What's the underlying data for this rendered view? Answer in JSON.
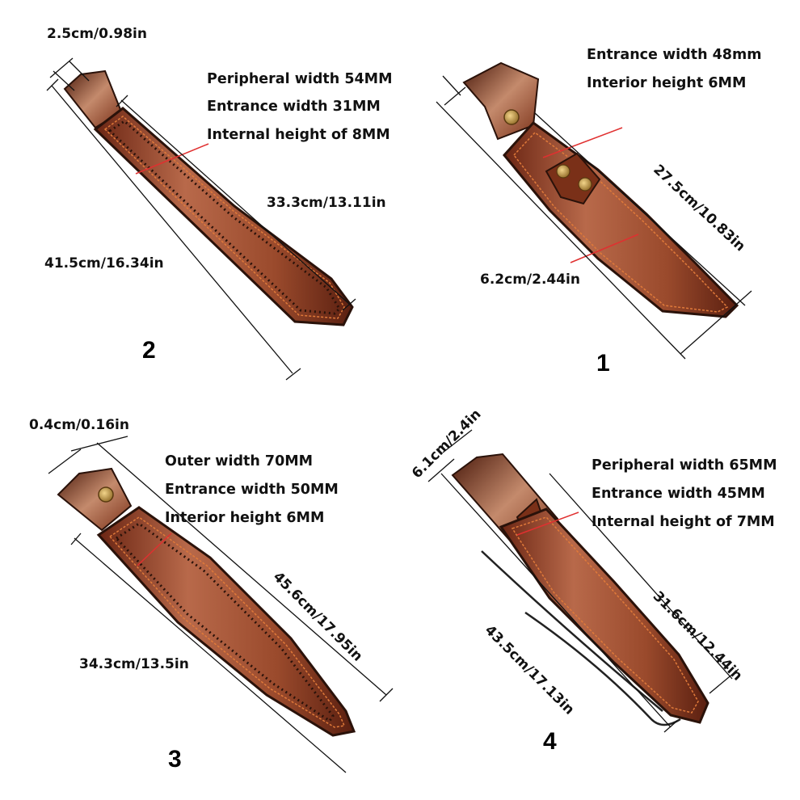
{
  "colors": {
    "leather_light": "#b8694a",
    "leather_mid": "#8f3d24",
    "leather_dark": "#5a1f10",
    "edge_dark": "#2a120a",
    "stitch": "#e07a3a",
    "pointer_line": "#e03030",
    "dimension_line": "#111111",
    "snap": "#c9a04a"
  },
  "sheaths": [
    {
      "number": "2",
      "specs": [
        "Peripheral width 54MM",
        "Entrance width 31MM",
        "Internal height of 8MM"
      ],
      "dims": [
        "2.5cm/0.98in",
        "33.3cm/13.11in",
        "41.5cm/16.34in"
      ]
    },
    {
      "number": "1",
      "specs": [
        "Entrance width 48mm",
        "Interior height 6MM"
      ],
      "dims": [
        "27.5cm/10.83in",
        "6.2cm/2.44in"
      ]
    },
    {
      "number": "3",
      "specs": [
        "Outer width 70MM",
        "Entrance width 50MM",
        "Interior height 6MM"
      ],
      "dims": [
        "0.4cm/0.16in",
        "45.6cm/17.95in",
        "34.3cm/13.5in"
      ]
    },
    {
      "number": "4",
      "specs": [
        "Peripheral width 65MM",
        "Entrance width 45MM",
        "Internal height of 7MM"
      ],
      "dims": [
        "6.1cm/2.4in",
        "31.6cm/12.44in",
        "43.5cm/17.13in"
      ]
    }
  ]
}
